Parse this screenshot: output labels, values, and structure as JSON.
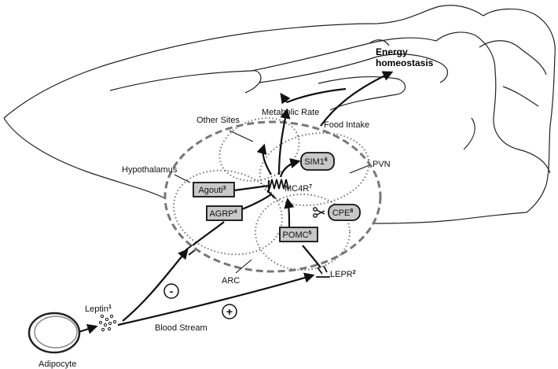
{
  "labels": {
    "energy_line1": "Energy",
    "energy_line2": "homeostasis",
    "metabolic_rate": "Metabolic Rate",
    "other_sites": "Other Sites",
    "food_intake": "Food Intake",
    "hypothalamus": "Hypothalamus",
    "pvn": "PVN",
    "arc": "ARC",
    "blood_stream": "Blood Stream",
    "adipocyte": "Adipocyte",
    "leptin": "Leptin",
    "leptin_sup": "1",
    "lepr": "LEPR",
    "lepr_sup": "2",
    "mc4r": "MC4R",
    "mc4r_sup": "7"
  },
  "boxes": {
    "sim1": {
      "label": "SIM1",
      "sup": "6"
    },
    "agouti": {
      "label": "Agouti",
      "sup": "3"
    },
    "agrp": {
      "label": "AGRP",
      "sup": "4"
    },
    "pomc": {
      "label": "POMC",
      "sup": "5"
    },
    "cpe": {
      "label": "CPE",
      "sup": "8"
    }
  },
  "signs": {
    "minus": "-",
    "plus": "+"
  },
  "colors": {
    "box_fill": "#c8c8c8",
    "stroke": "#111111",
    "dashed": "#777777"
  }
}
